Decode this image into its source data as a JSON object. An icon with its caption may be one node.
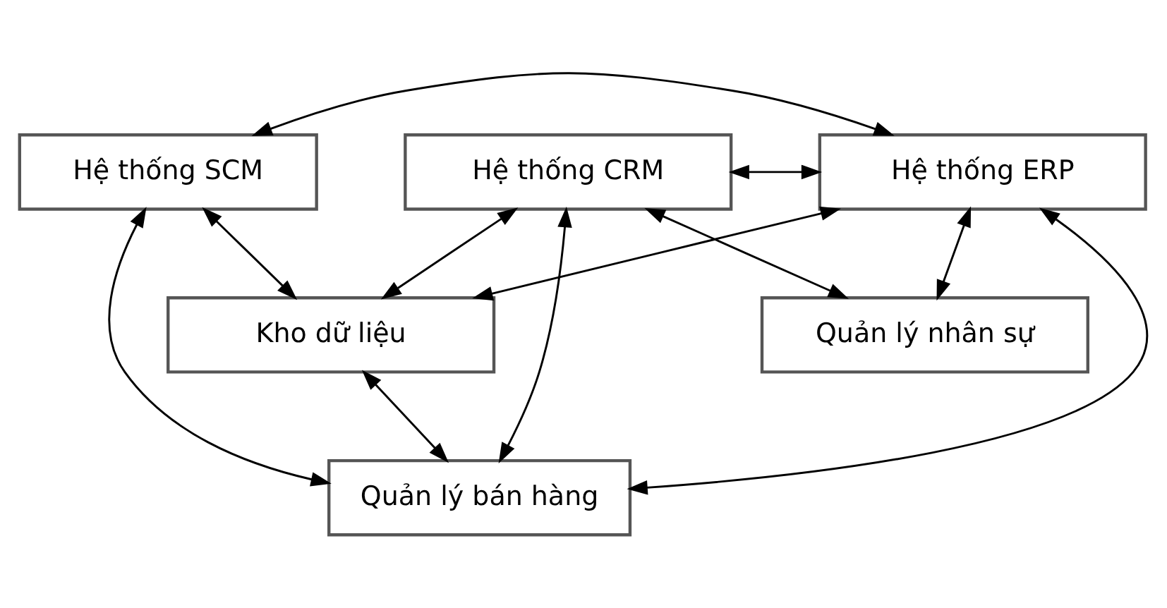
{
  "diagram": {
    "nodes": [
      {
        "text": [
          "Hệ thống ERP"
        ]
      },
      {
        "text": [
          "Hệ thống CRM"
        ]
      },
      {
        "text": [
          "Hệ thống SCM"
        ]
      },
      {
        "text": [
          "Quản lý bán hàng"
        ]
      },
      {
        "text": [
          "Kho dữ liệu"
        ]
      },
      {
        "text": [
          "Quản lý nhân sự"
        ]
      }
    ],
    "edges": [
      {
        "from": 1,
        "to": 0,
        "arrow": "both"
      },
      {
        "from": 2,
        "to": 0,
        "arrow": "both"
      },
      {
        "from": 0,
        "to": 4,
        "arrow": "both"
      },
      {
        "from": 0,
        "to": 5,
        "arrow": "both"
      },
      {
        "from": 0,
        "to": 3,
        "arrow": "both"
      },
      {
        "from": 4,
        "to": 1,
        "arrow": "both"
      },
      {
        "from": 2,
        "to": 4,
        "arrow": "both"
      },
      {
        "from": 1,
        "to": 5,
        "arrow": "both"
      },
      {
        "from": 1,
        "to": 3,
        "arrow": "both"
      },
      {
        "from": 2,
        "to": 3,
        "arrow": "both"
      },
      {
        "from": 4,
        "to": 3,
        "arrow": "both"
      }
    ]
  }
}
